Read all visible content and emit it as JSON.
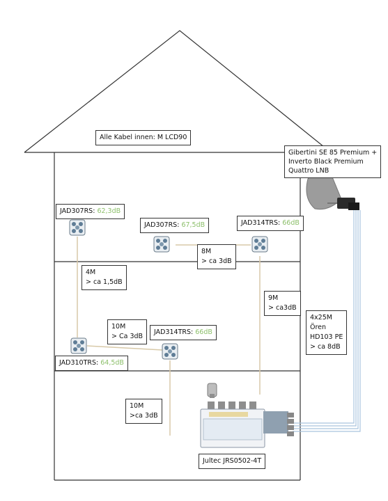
{
  "roof_label": "Alle Kabel innen: M LCD90",
  "dish_label": [
    "Gibertini SE 85 Premium +",
    "Inverto Black Premium",
    "Quattro LNB"
  ],
  "outlets": [
    {
      "name": "JAD307RS:",
      "level": "62,3dB"
    },
    {
      "name": "JAD307RS:",
      "level": "67,5dB"
    },
    {
      "name": "JAD314TRS:",
      "level": "66dB"
    },
    {
      "name": "JAD314TRS:",
      "level": "66dB"
    },
    {
      "name": "JAD310TRS:",
      "level": "64,5dB"
    }
  ],
  "cables": [
    {
      "length": "8M",
      "loss": "> ca 3dB"
    },
    {
      "length": "4M",
      "loss": "> ca 1,5dB"
    },
    {
      "length": "9M",
      "loss": "> ca3dB"
    },
    {
      "length": "10M",
      "loss": "> Ca 3dB"
    },
    {
      "length": "10M",
      "loss": ">ca 3dB"
    }
  ],
  "feed_label": [
    "4x25M",
    "Ören",
    "HD103 PE",
    "> ca 8dB"
  ],
  "multiswitch_label": "Jultec JRS0502-4T",
  "colors": {
    "outline": "#333333",
    "level_text": "#8cbf6a",
    "cable_beige": "#d8c9a8",
    "cable_blue": "#a9c4de"
  }
}
